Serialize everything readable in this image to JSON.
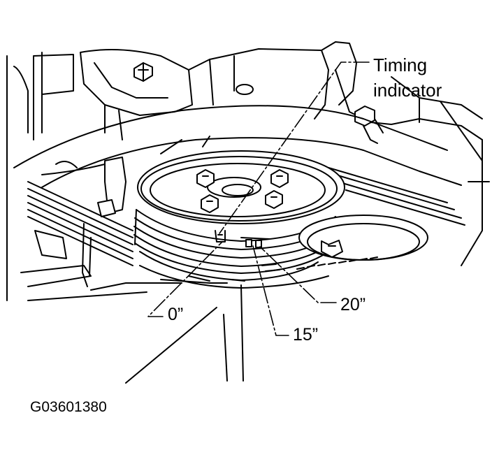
{
  "figure": {
    "callouts": {
      "timing_indicator_line1": "Timing",
      "timing_indicator_line2": "indicator",
      "mark_0": "0”",
      "mark_15": "15”",
      "mark_20": "20”"
    },
    "figure_code": "G03601380",
    "colors": {
      "ink": "#000000",
      "paper": "#ffffff"
    }
  }
}
